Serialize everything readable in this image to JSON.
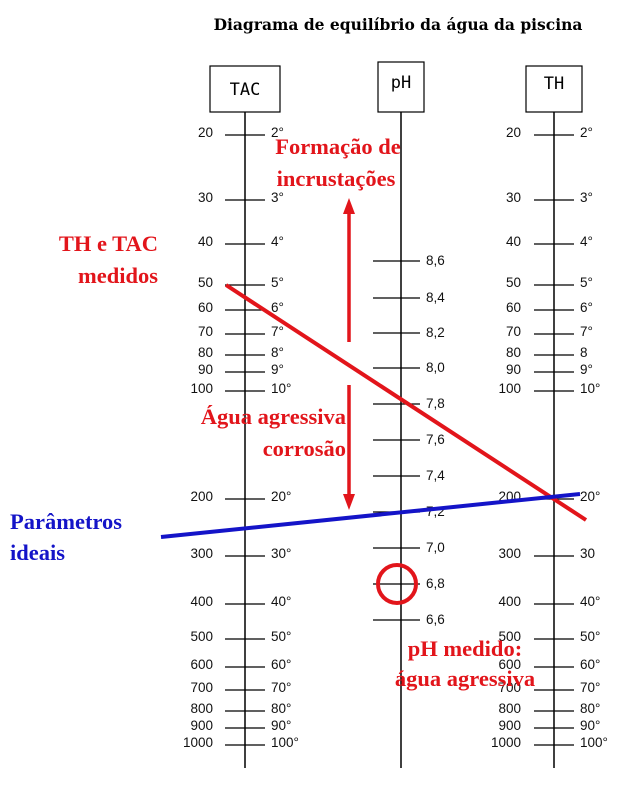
{
  "title": "Diagrama de equilíbrio da água da piscina",
  "scales": {
    "tac": {
      "label": "TAC",
      "ticks": [
        {
          "left": "20",
          "right": "2°"
        },
        {
          "left": "30",
          "right": "3°"
        },
        {
          "left": "40",
          "right": "4°"
        },
        {
          "left": "50",
          "right": "5°"
        },
        {
          "left": "60",
          "right": "6°"
        },
        {
          "left": "70",
          "right": "7°"
        },
        {
          "left": "80",
          "right": "8°"
        },
        {
          "left": "90",
          "right": "9°"
        },
        {
          "left": "100",
          "right": "10°"
        },
        {
          "left": "200",
          "right": "20°"
        },
        {
          "left": "300",
          "right": "30°"
        },
        {
          "left": "400",
          "right": "40°"
        },
        {
          "left": "500",
          "right": "50°"
        },
        {
          "left": "600",
          "right": "60°"
        },
        {
          "left": "700",
          "right": "70°"
        },
        {
          "left": "800",
          "right": "80°"
        },
        {
          "left": "900",
          "right": "90°"
        },
        {
          "left": "1000",
          "right": "100°"
        }
      ]
    },
    "ph": {
      "label": "pH",
      "ticks": [
        "8,6",
        "8,4",
        "8,2",
        "8,0",
        "7,8",
        "7,6",
        "7,4",
        "7,2",
        "7,0",
        "6,8",
        "6,6"
      ]
    },
    "th": {
      "label": "TH",
      "ticks": [
        {
          "left": "20",
          "right": "2°"
        },
        {
          "left": "30",
          "right": "3°"
        },
        {
          "left": "40",
          "right": "4°"
        },
        {
          "left": "50",
          "right": "5°"
        },
        {
          "left": "60",
          "right": "6°"
        },
        {
          "left": "70",
          "right": "7°"
        },
        {
          "left": "80",
          "right": "8"
        },
        {
          "left": "90",
          "right": "9°"
        },
        {
          "left": "100",
          "right": "10°"
        },
        {
          "left": "200",
          "right": "20°"
        },
        {
          "left": "300",
          "right": "30"
        },
        {
          "left": "400",
          "right": "40°"
        },
        {
          "left": "500",
          "right": "50°"
        },
        {
          "left": "600",
          "right": "60°"
        },
        {
          "left": "700",
          "right": "70°"
        },
        {
          "left": "800",
          "right": "80°"
        },
        {
          "left": "900",
          "right": "90°"
        },
        {
          "left": "1000",
          "right": "100°"
        }
      ]
    }
  },
  "annotations": {
    "scaling": [
      "Formação de",
      "incrustações"
    ],
    "measured": [
      "TH e TAC",
      "medidos"
    ],
    "corrosive": [
      "Água agressiva",
      "corrosão"
    ],
    "ideal": [
      "Parâmetros",
      "ideais"
    ],
    "ph_measured": [
      "pH medido:",
      "água agressiva"
    ]
  },
  "colors": {
    "measured_line": "#e2151b",
    "ideal_line": "#1414c8",
    "annotation_red": "#e2151b",
    "annotation_blue": "#1414c8",
    "axis": "#000000"
  }
}
